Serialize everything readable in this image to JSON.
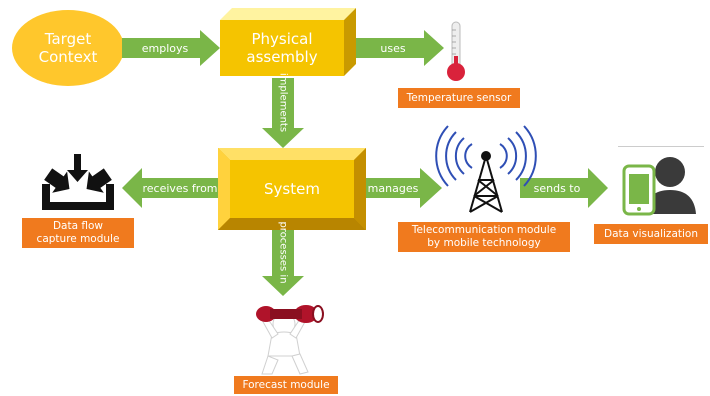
{
  "nodes": {
    "target_context": "Target Context",
    "physical_assembly": "Physical assembly",
    "system": "System"
  },
  "edges": {
    "employs": "employs",
    "uses": "uses",
    "implements": "implements",
    "receives_from": "receives from",
    "manages": "manages",
    "sends_to": "sends to",
    "processes_in": "processes in"
  },
  "modules": {
    "temperature_sensor": "Temperature sensor",
    "data_flow_capture_line1": "Data flow",
    "data_flow_capture_line2": "capture module",
    "telecom_line1": "Telecommunication module",
    "telecom_line2": "by mobile technology",
    "data_visualization": "Data visualization",
    "forecast": "Forecast module"
  },
  "colors": {
    "arrow_green": "#7ab648",
    "box_yellow": "#f5c400",
    "ellipse_yellow": "#ffc72c",
    "tag_orange": "#f07a1e",
    "antenna_blue": "#2f4fb5"
  },
  "icons": {
    "download_tray": "download-tray-icon",
    "thermometer": "thermometer-icon",
    "antenna": "antenna-icon",
    "phone_user": "phone-user-icon",
    "binoculars_figure": "binoculars-figure-icon"
  }
}
